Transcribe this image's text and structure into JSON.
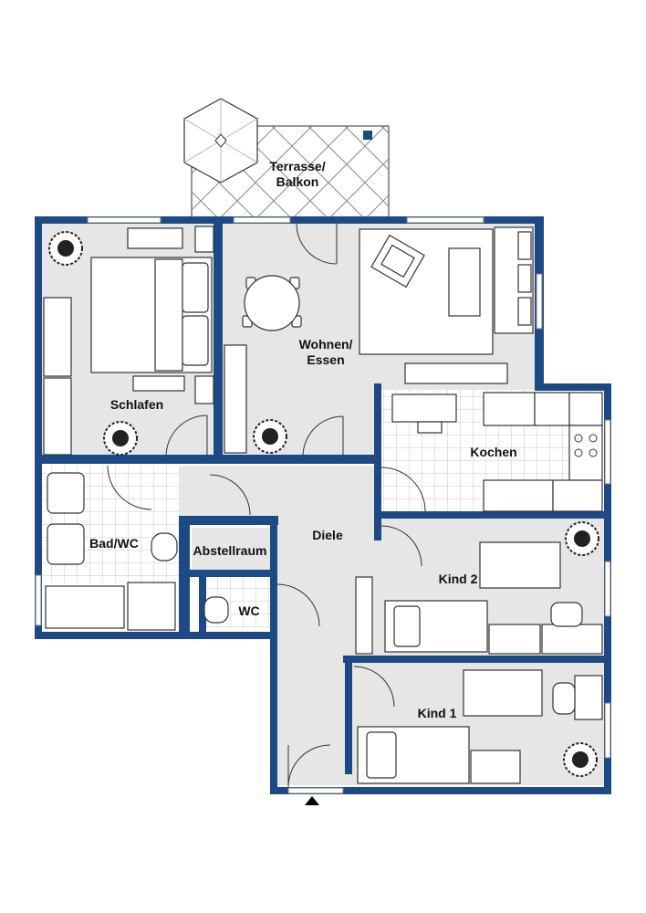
{
  "rooms": {
    "terrasse_line1": "Terrasse/",
    "terrasse_line2": "Balkon",
    "wohnen_line1": "Wohnen/",
    "wohnen_line2": "Essen",
    "schlafen": "Schlafen",
    "kochen": "Kochen",
    "bad": "Bad/WC",
    "abstellraum": "Abstellraum",
    "diele": "Diele",
    "wc": "WC",
    "kind2": "Kind 2",
    "kind1": "Kind 1"
  },
  "colors": {
    "wall": "#1d4a85",
    "floor": "#e6e6e6",
    "tile_grid": "#c8c8c8"
  }
}
